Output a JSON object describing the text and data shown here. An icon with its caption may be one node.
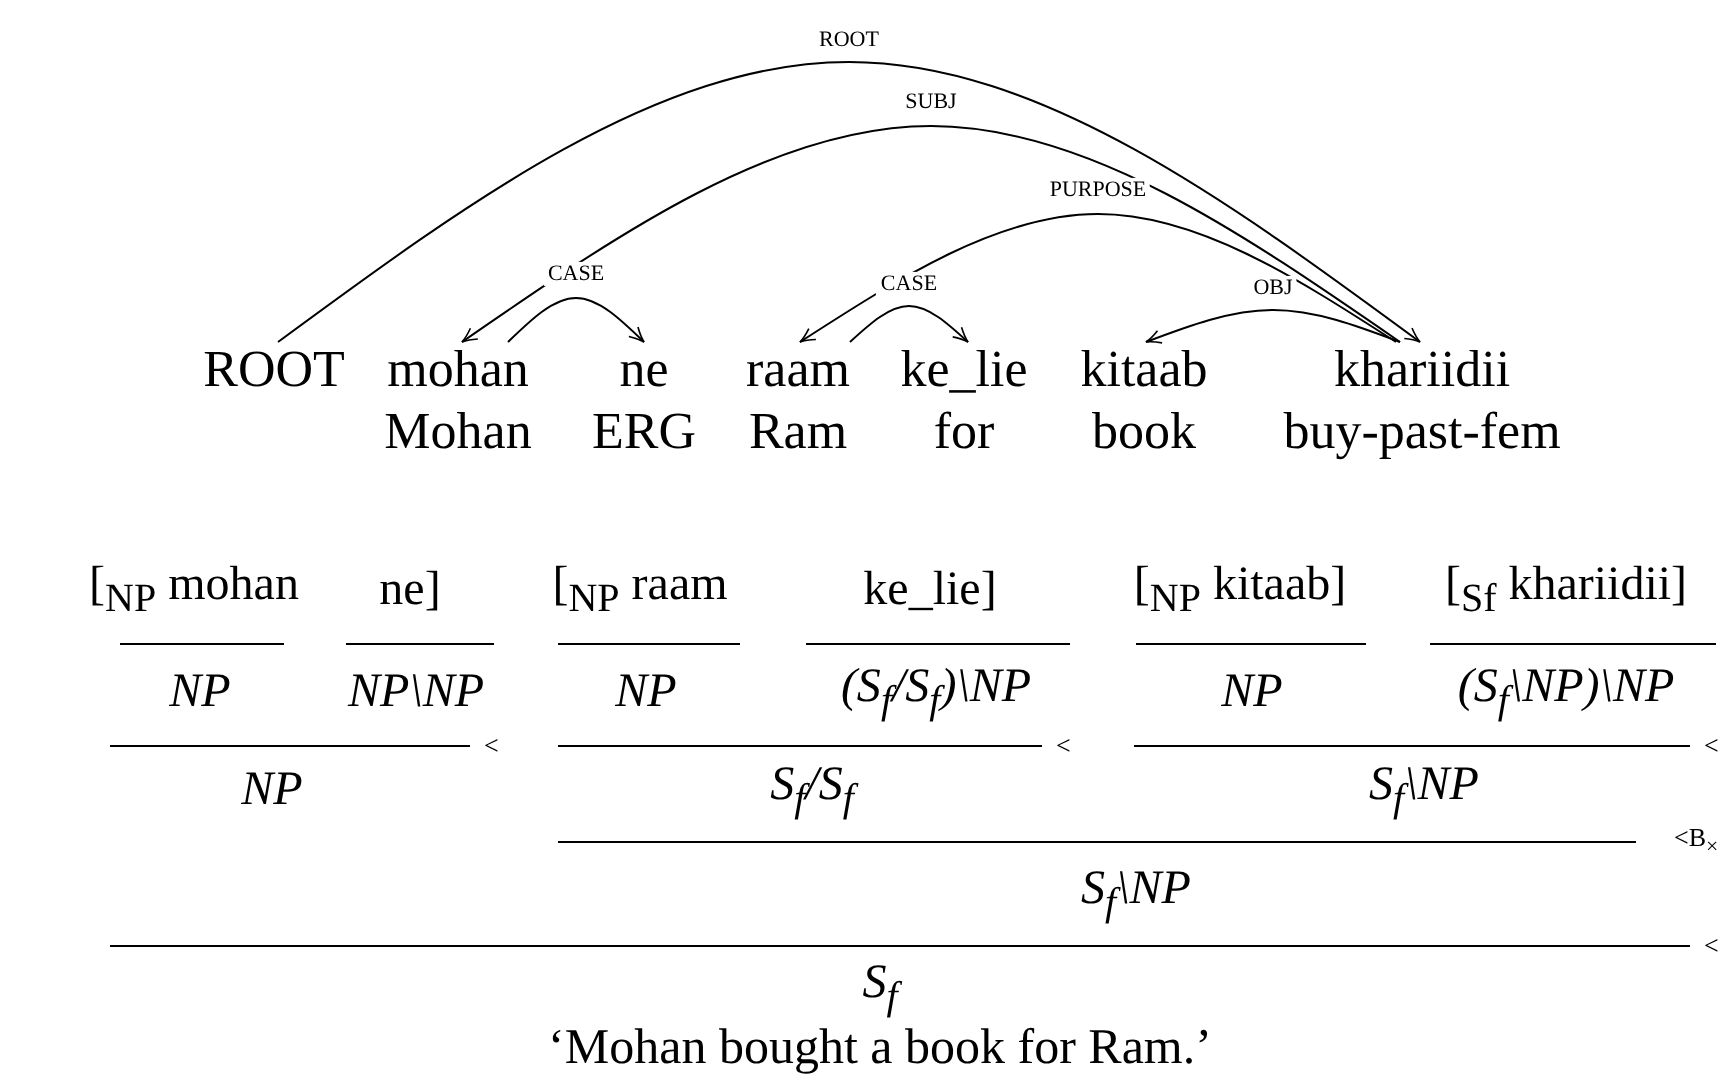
{
  "diagram": {
    "caption": "‘Mohan bought a book for Ram.’",
    "nodes": [
      {
        "text": [
          "ROOT"
        ]
      },
      {
        "text": [
          "mohan"
        ],
        "beside": [
          "Mohan"
        ]
      },
      {
        "text": [
          "ne"
        ],
        "beside": [
          "ERG"
        ]
      },
      {
        "text": [
          "raam"
        ],
        "beside": [
          "Ram"
        ]
      },
      {
        "text": [
          "ke_lie"
        ],
        "beside": [
          "for"
        ]
      },
      {
        "text": [
          "kitaab"
        ],
        "beside": [
          "book"
        ]
      },
      {
        "text": [
          "khariidii"
        ],
        "beside": [
          "buy-past-fem"
        ]
      }
    ],
    "edges": [
      {
        "from": 0,
        "to": 6,
        "arrow": "to",
        "label": "ROOT"
      },
      {
        "from": 6,
        "to": 1,
        "arrow": "to",
        "label": "SUBJ"
      },
      {
        "from": 6,
        "to": 3,
        "arrow": "to",
        "label": "PURPOSE"
      },
      {
        "from": 1,
        "to": 2,
        "arrow": "to",
        "label": "CASE"
      },
      {
        "from": 3,
        "to": 4,
        "arrow": "to",
        "label": "CASE"
      },
      {
        "from": 6,
        "to": 5,
        "arrow": "to",
        "label": "OBJ"
      }
    ],
    "labels": [
      "[$_{NP}$ mohan",
      "ne]",
      "[$_{NP}$ raam",
      "ke_lie]",
      "[$_{NP}$ kitaab]",
      "[$_{Sf}$ khariidii]",
      "NP",
      "NP\\NP",
      "NP",
      "(S$_{f}$/S$_{f}$)\\NP",
      "NP",
      "(S$_{f}$\\NP)\\NP",
      "<",
      "<",
      "<",
      "NP",
      "S$_{f}$/S$_{f}$",
      "S$_{f}$\\NP",
      "<B$_{×}$",
      "S$_{f}$\\NP",
      "<",
      "S$_{f}$"
    ]
  }
}
